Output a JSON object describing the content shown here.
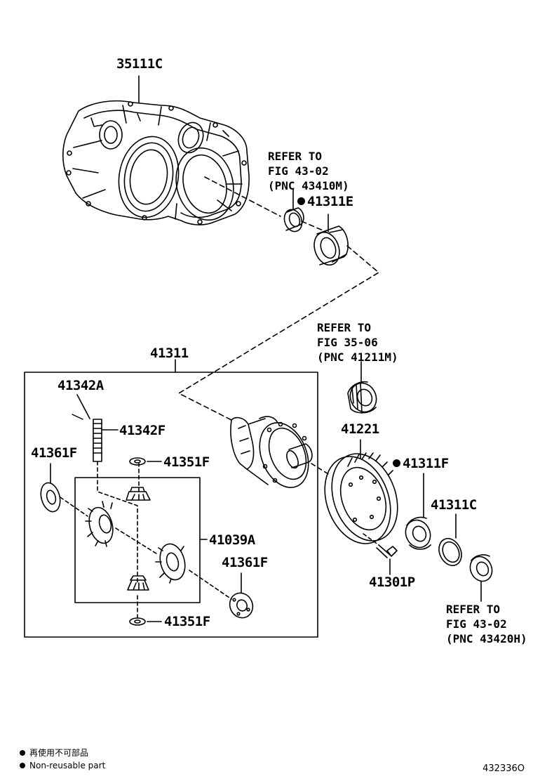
{
  "parts": {
    "housing": "35111C",
    "differential_assy": "41311",
    "pin_a": "41342A",
    "pin_f": "41342F",
    "washer_left": "41361F",
    "thrust_washer_top": "41351F",
    "pinion_kit": "41039A",
    "washer_right": "41361F",
    "thrust_washer_bottom": "41351F",
    "bearing_e": "41311E",
    "ring_gear": "41221",
    "bearing_f": "41311F",
    "spacer_c": "41311C",
    "bolt": "41301P"
  },
  "references": {
    "ref1": [
      "REFER TO",
      "FIG 43-02",
      "(PNC 43410M)"
    ],
    "ref2": [
      "REFER TO",
      "FIG 35-06",
      "(PNC 41211M)"
    ],
    "ref3": [
      "REFER TO",
      "FIG 43-02",
      "(PNC 43420H)"
    ]
  },
  "legend": {
    "cn": "再使用不可部品",
    "en": "Non-reusable part"
  },
  "figure_number": "432336O",
  "icons": {
    "non_reusable_marker": "black-dot-icon"
  }
}
